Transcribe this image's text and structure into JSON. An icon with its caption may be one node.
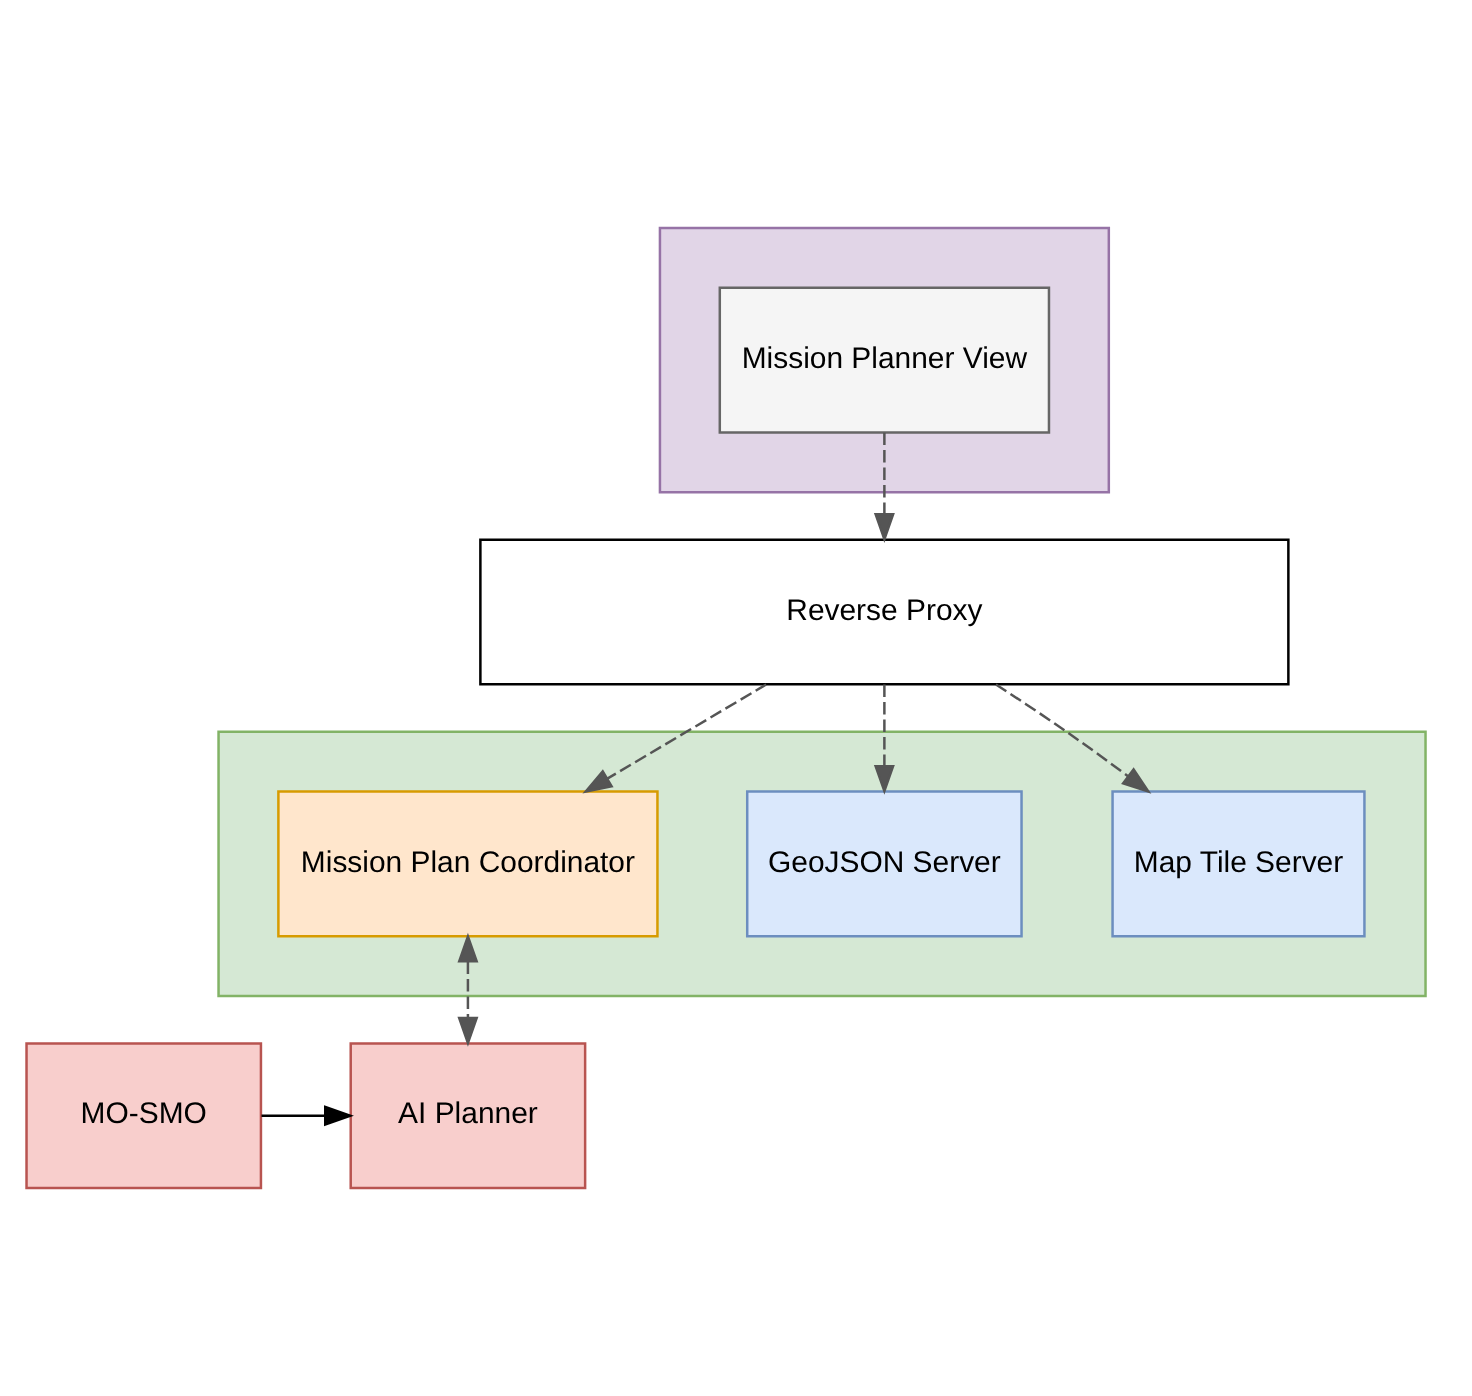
{
  "diagram": {
    "nodes": [
      {
        "text": [],
        "shape": "box"
      },
      {
        "text": [],
        "shape": "box"
      },
      {
        "text": [
          "Mission Planner View"
        ],
        "in": 0
      },
      {
        "text": [
          "Reverse Proxy"
        ]
      },
      {
        "text": [
          "Map Tile Server"
        ],
        "in": 1
      },
      {
        "text": [
          "GeoJSON Server"
        ],
        "in": 1
      },
      {
        "text": [
          "Mission Plan Coordinator"
        ],
        "in": 1
      },
      {
        "text": [
          "AI Planner"
        ]
      },
      {
        "text": [
          "MO-SMO"
        ]
      }
    ],
    "edges": [
      {
        "from": 2,
        "to": 3,
        "arrow": "to",
        "style": "dashed"
      },
      {
        "from": 3,
        "to": 4,
        "arrow": "to",
        "style": "dashed"
      },
      {
        "from": 3,
        "to": 5,
        "arrow": "to",
        "style": "dashed"
      },
      {
        "from": 3,
        "to": 6,
        "arrow": "to",
        "style": "dashed"
      },
      {
        "from": 6,
        "to": 7,
        "arrow": "both",
        "style": "dashed"
      },
      {
        "from": 8,
        "to": 7,
        "arrow": "to",
        "color": "#000000"
      }
    ]
  }
}
